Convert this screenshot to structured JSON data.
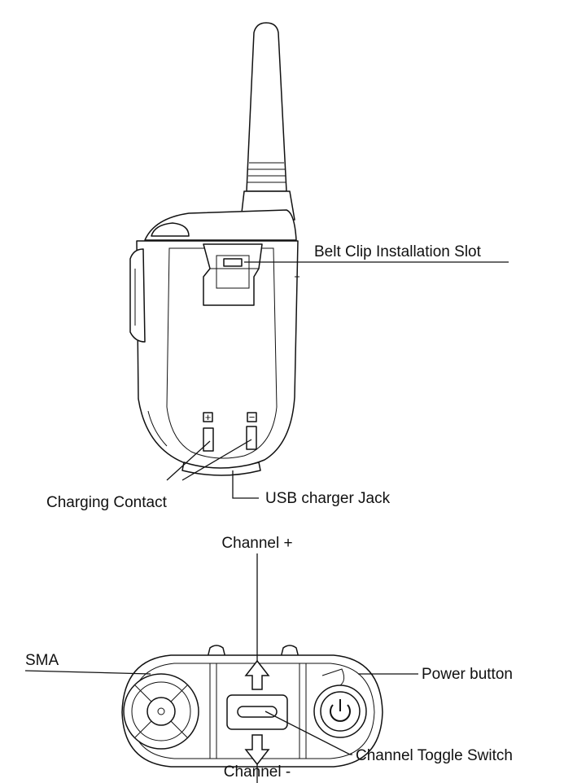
{
  "labels": {
    "belt_clip_slot": "Belt Clip Installation Slot",
    "charging_contact": "Charging Contact",
    "usb_charger_jack": "USB charger Jack",
    "channel_plus": "Channel +",
    "channel_minus": "Channel -",
    "sma": "SMA",
    "power_button": "Power button",
    "channel_toggle_switch": "Channel Toggle Switch"
  },
  "symbols": {
    "plus_contact": "+",
    "minus_contact": "−"
  },
  "icons": {
    "power": "power-icon"
  }
}
